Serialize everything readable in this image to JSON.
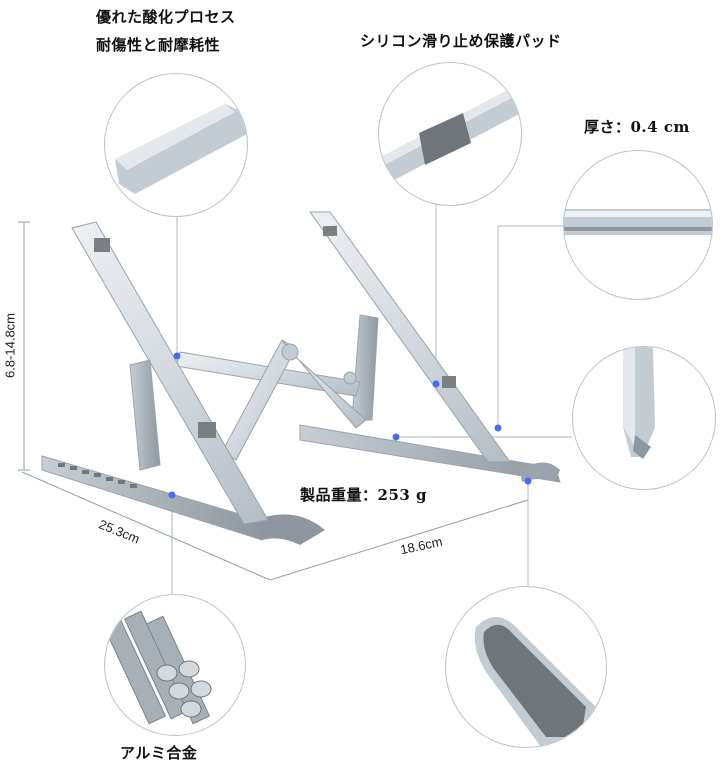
{
  "labels": {
    "oxidation_line1": "優れた酸化プロセス",
    "oxidation_line2": "耐傷性と耐摩耗性",
    "silicone_pad": "シリコン滑り止め保護パッド",
    "thickness": "厚さ：0.4 cm",
    "weight": "製品重量：253 g",
    "aluminum": "アルミ合金"
  },
  "dimensions": {
    "height_range": "6.8-14.8cm",
    "length": "25.3cm",
    "width": "18.6cm"
  },
  "colors": {
    "aluminum_light": "#e4e8ec",
    "aluminum_mid": "#c4ccd3",
    "aluminum_dark": "#8e979f",
    "pad_gray": "#7a7f84",
    "leader_line": "#b9c4ce",
    "marker_blue": "#4a6cf0"
  }
}
